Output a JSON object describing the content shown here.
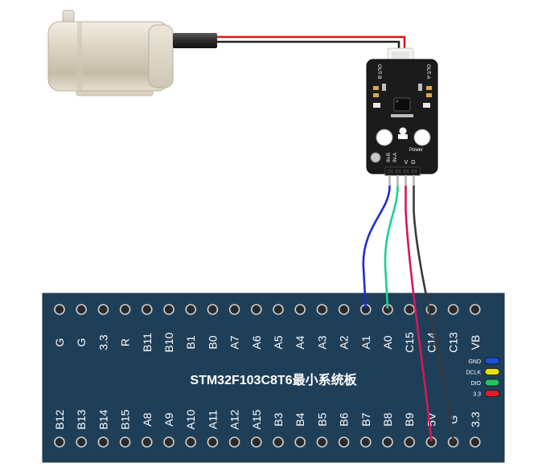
{
  "board": {
    "title": "STM32F103C8T6最小系统板",
    "top_pins": [
      "G",
      "G",
      "3.3",
      "R",
      "B11",
      "B10",
      "B1",
      "B0",
      "A7",
      "A6",
      "A5",
      "A4",
      "A3",
      "A2",
      "A1",
      "A0",
      "C15",
      "C14",
      "C13",
      "VB"
    ],
    "bottom_pins": [
      "B12",
      "B13",
      "B14",
      "B15",
      "A8",
      "A9",
      "A10",
      "A11",
      "A12",
      "A15",
      "B3",
      "B4",
      "B5",
      "B6",
      "B7",
      "B8",
      "B9",
      "5V",
      "G",
      "3.3"
    ],
    "side_header": [
      {
        "label": "GND",
        "color": "#1d4fd8"
      },
      {
        "label": "DCLK",
        "color": "#e8e200"
      },
      {
        "label": "DIO",
        "color": "#22c55e"
      },
      {
        "label": "3.3",
        "color": "#e11d2a"
      }
    ]
  },
  "driver": {
    "out_b": "OUT-B",
    "out_a": "OUT-A",
    "power": "Power",
    "pins": [
      "IN-B",
      "IN-A",
      "V",
      "G"
    ]
  },
  "wires": [
    {
      "from": "IN-B",
      "to": "A1",
      "color": "#1c2fc9"
    },
    {
      "from": "IN-A",
      "to": "A0",
      "color": "#19d38a"
    },
    {
      "from": "V",
      "to": "5V",
      "color": "#d6175a"
    },
    {
      "from": "G",
      "to": "G",
      "color": "#3a3a3a"
    }
  ],
  "motor_wires": {
    "colors": [
      "#e01515",
      "#222222"
    ]
  }
}
